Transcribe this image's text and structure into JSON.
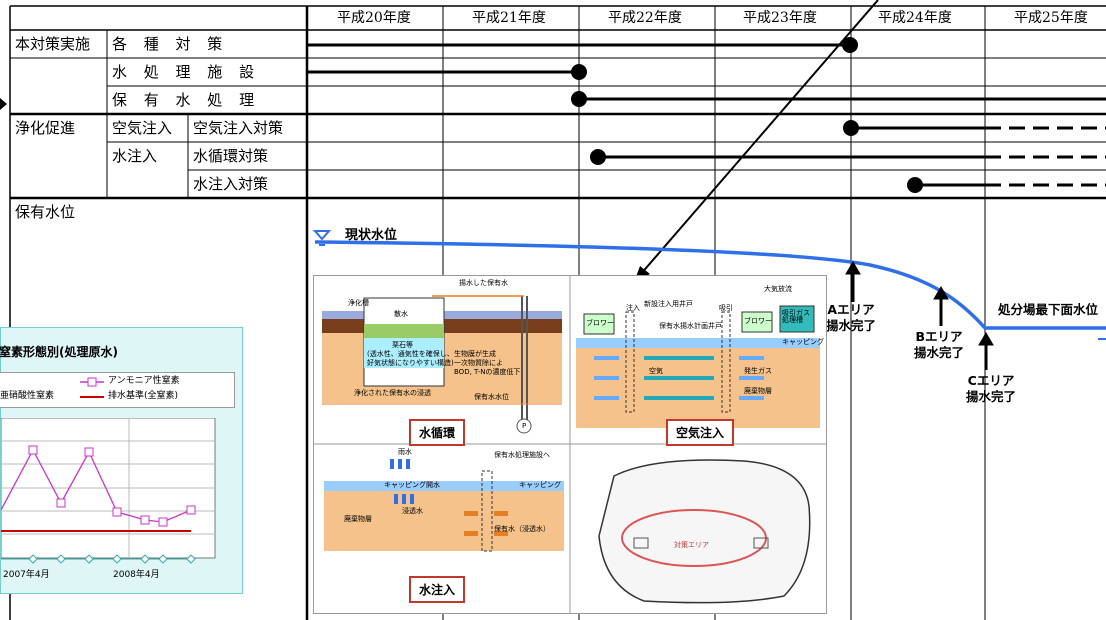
{
  "years": [
    "平成20年度",
    "平成21年度",
    "平成22年度",
    "平成23年度",
    "平成24年度",
    "平成25年度"
  ],
  "rows": {
    "group1": "本対策実施",
    "r1": "各 種 対 策",
    "r2": "水 処 理 施 設",
    "r3": "保 有 水 処 理",
    "group2": "浄化促進",
    "air": "空気注入",
    "r4": "空気注入対策",
    "water": "水注入",
    "r5": "水循環対策",
    "r6": "水注入対策",
    "level": "保有水位"
  },
  "level_chart": {
    "current": "現状水位",
    "areaA": [
      "Aエリア",
      "揚水完了"
    ],
    "areaB": [
      "Bエリア",
      "揚水完了"
    ],
    "areaC": [
      "Cエリア",
      "揚水完了"
    ],
    "target": "処分場最下面水位"
  },
  "panels": {
    "p1_caption": "水循環",
    "p2_caption": "空気注入",
    "p3_caption": "水注入",
    "p1": {
      "top": "揚水した保有水",
      "left": "浄化槽",
      "sprinkle": "散水",
      "stone": "栗石等",
      "note1": "(透水性、通気性を確保し、",
      "note2": "好気状態になりやすい構造)",
      "note3": "生物膜が生成",
      "note4": "一次物質除によ",
      "note5": "BOD, T-Nの濃度低下",
      "bottom": "浄化された保有水の浸透",
      "level": "保有水水位",
      "pump": "P"
    },
    "p2": {
      "vent": "大気放流",
      "well": "新設注入用井戸",
      "well2": "保有水揚水計画井戸",
      "blower1": "ブロワー",
      "inject": "注入",
      "suction": "吸引",
      "blower2": "ブロワー",
      "treat": "吸引ガス処理槽",
      "cap": "キャッピング",
      "air": "空気",
      "gas": "発生ガス",
      "waste": "廃棄物層"
    },
    "p3": {
      "rain": "雨水",
      "to": "保有水処理施設へ",
      "cap_open": "キャッピング開水",
      "cap": "キャッピング",
      "seep": "浸透水",
      "waste": "廃棄物層",
      "held": "保有水（浸透水）"
    },
    "p4": {
      "area": "対策エリア"
    }
  },
  "inset": {
    "title": "窒素形態別(処理原水)",
    "legend1": "アンモニア性窒素",
    "legend2": "亜硝酸性窒素",
    "legend3": "排水基準(全窒素)",
    "x1": "2007年4月",
    "x2": "2008年4月"
  },
  "colors": {
    "line": "#000000",
    "level": "#2f6fe8",
    "inset_bg": "#dff6f6",
    "pink": "#cc33cc",
    "red": "#cc0000",
    "teal": "#33aaaa"
  }
}
